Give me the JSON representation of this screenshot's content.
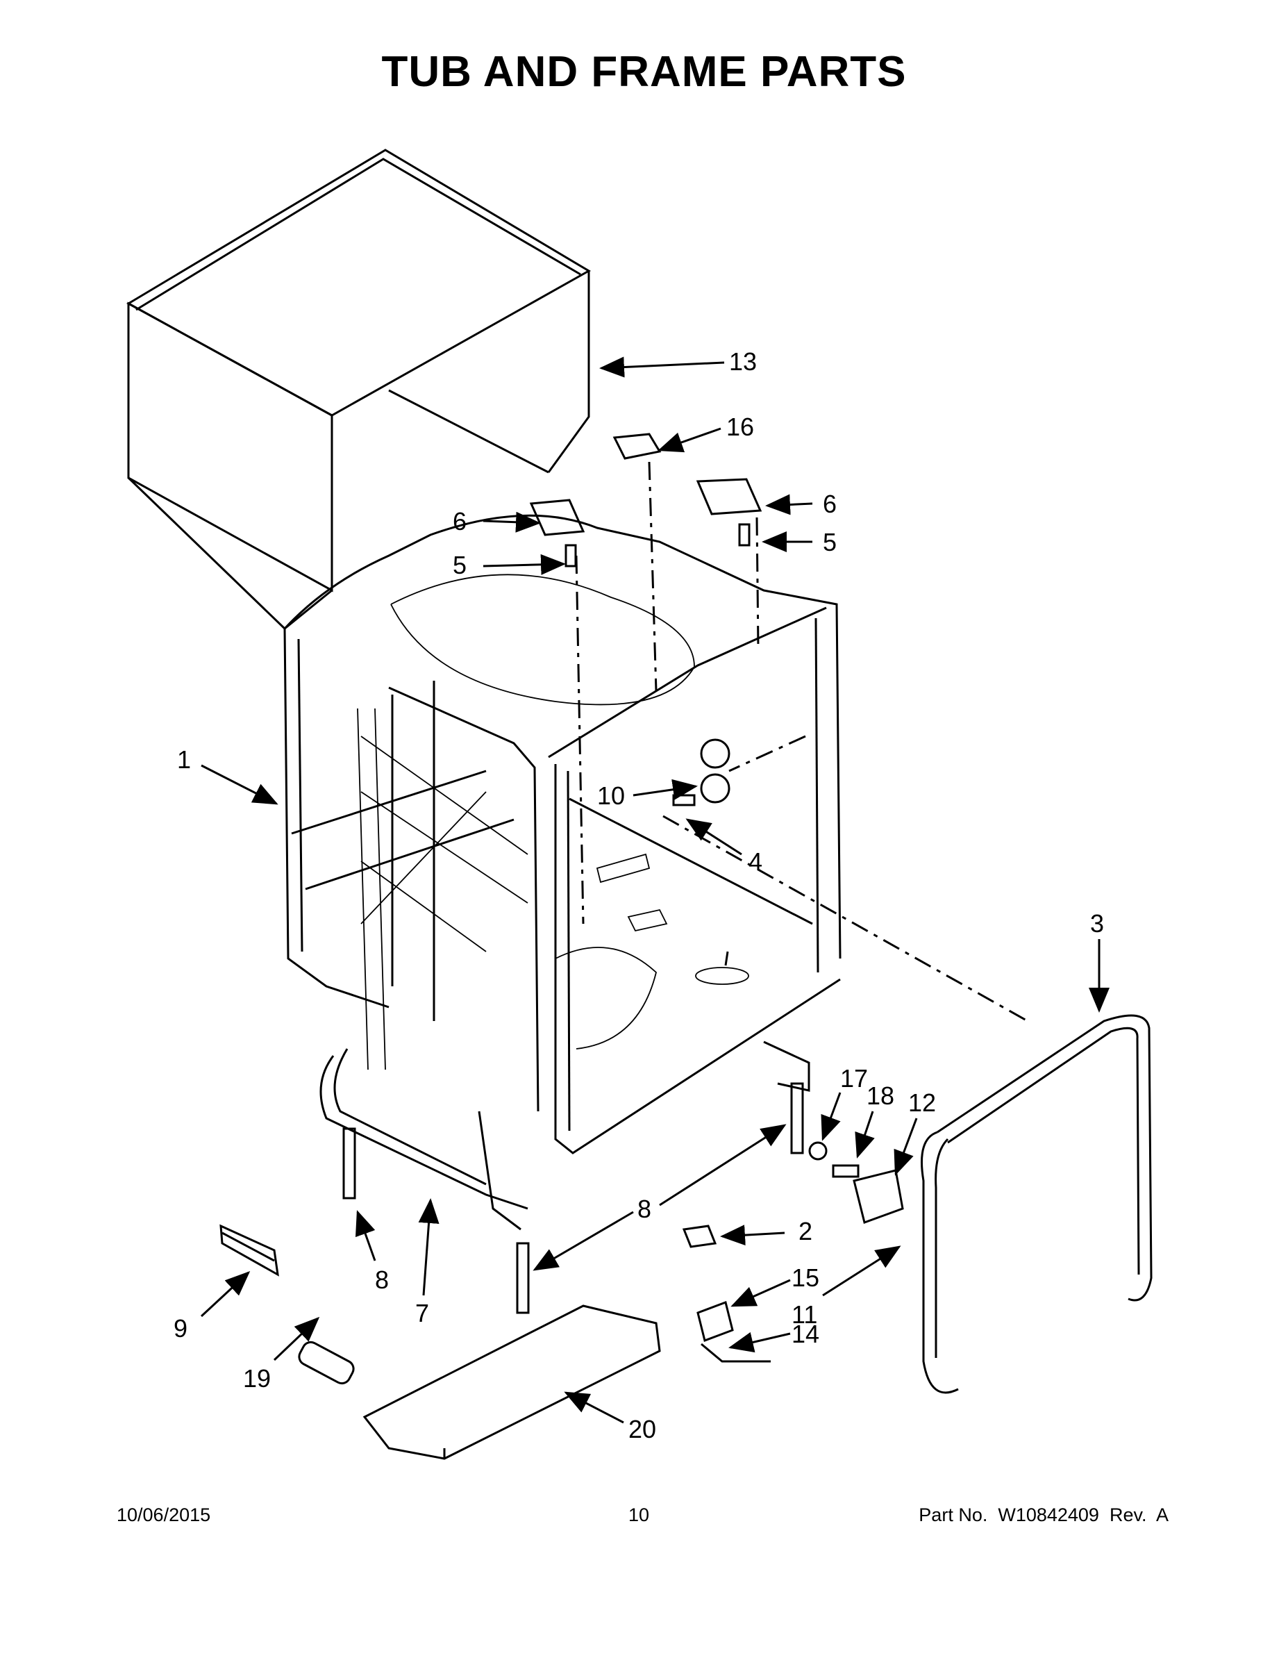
{
  "title": "TUB AND FRAME PARTS",
  "callouts": [
    "1",
    "2",
    "3",
    "4",
    "5",
    "5",
    "6",
    "6",
    "7",
    "8",
    "8",
    "8",
    "9",
    "10",
    "11",
    "12",
    "13",
    "14",
    "15",
    "16",
    "17",
    "18",
    "19",
    "20"
  ],
  "footer": {
    "date": "10/06/2015",
    "page": "10",
    "part": "Part No.  W10842409  Rev.  A"
  }
}
